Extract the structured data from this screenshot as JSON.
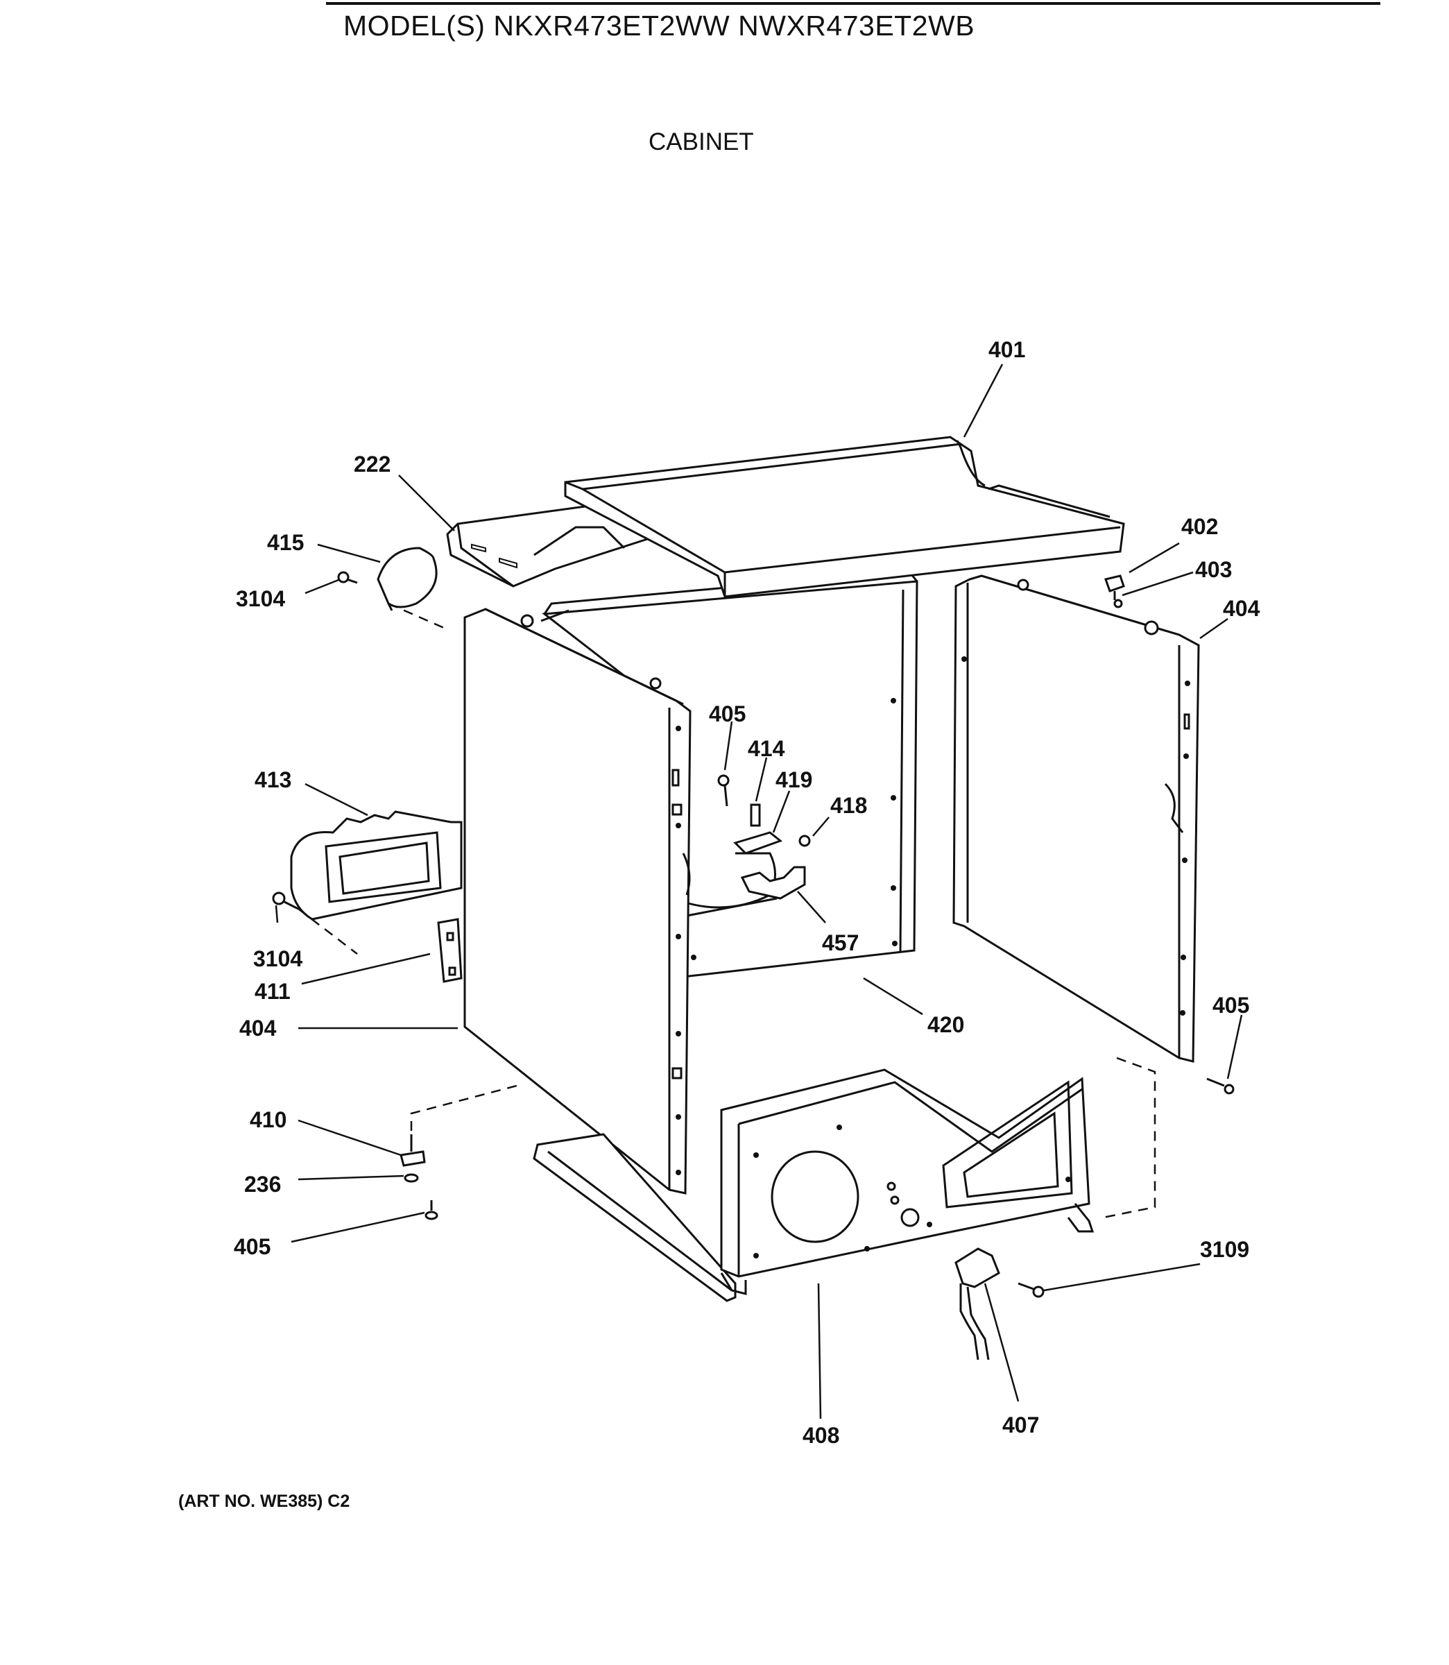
{
  "header": {
    "model_title": "MODEL(S) NKXR473ET2WW  NWXR473ET2WB",
    "section_title": "CABINET"
  },
  "footer": {
    "art_no": "(ART NO. WE385) C2"
  },
  "parts": {
    "p401": "401",
    "p222": "222",
    "p415": "415",
    "p3104_top": "3104",
    "p402": "402",
    "p403": "403",
    "p404_right": "404",
    "p405_mid": "405",
    "p414": "414",
    "p419": "419",
    "p418": "418",
    "p413": "413",
    "p457": "457",
    "p3104_left": "3104",
    "p411": "411",
    "p404_left": "404",
    "p420": "420",
    "p405_right": "405",
    "p410": "410",
    "p236": "236",
    "p405_bottom": "405",
    "p3109": "3109",
    "p408": "408",
    "p407": "407"
  }
}
